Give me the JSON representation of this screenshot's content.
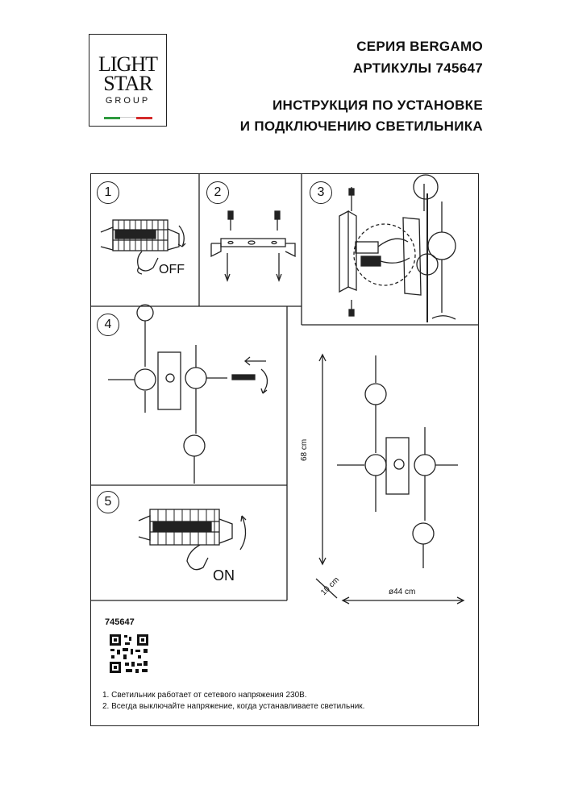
{
  "brand": {
    "line1": "LIGHT",
    "line2": "STAR",
    "line3": "GROUP"
  },
  "header": {
    "series": "СЕРИЯ BERGAMO",
    "article": "АРТИКУЛЫ 745647",
    "title_line1": "ИНСТРУКЦИЯ ПО УСТАНОВКЕ",
    "title_line2": "И ПОДКЛЮЧЕНИЮ СВЕТИЛЬНИКА"
  },
  "steps": [
    {
      "number": "1",
      "label": "OFF"
    },
    {
      "number": "2"
    },
    {
      "number": "3"
    },
    {
      "number": "4"
    },
    {
      "number": "5",
      "label": "ON"
    }
  ],
  "dimensions": {
    "height": "68 cm",
    "depth": "10 cm",
    "width": "ø44 cm"
  },
  "article_code": "745647",
  "notes": [
    "1. Светильник работает от сетевого напряжения 230В.",
    "2. Всегда выключайте напряжение, когда устанавливаете светильник."
  ],
  "colors": {
    "flag_green": "#2e9a3e",
    "flag_white": "#ffffff",
    "flag_red": "#d42a2a",
    "ink": "#222222"
  }
}
